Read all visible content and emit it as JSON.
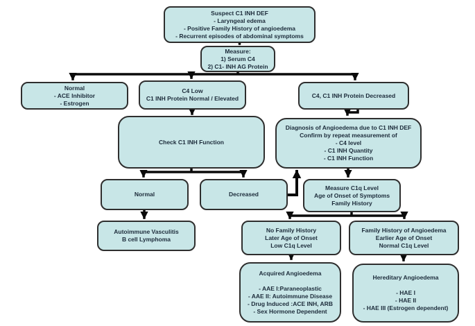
{
  "diagram": {
    "type": "flowchart",
    "subject": "C1 INH deficiency / angioedema diagnostic algorithm",
    "colors": {
      "background": "#ffffff",
      "node_fill": "#c8e6e7",
      "node_border": "#2e2e2e",
      "arrow": "#0a0a0a",
      "text": "#1c2b3a"
    },
    "nodes": {
      "suspect": {
        "lines": [
          "Suspect C1 INH DEF",
          "- Laryngeal edema",
          "- Positive Family History of angioedema",
          "- Recurrent episodes of abdominal symptoms"
        ]
      },
      "measure": {
        "lines": [
          "Measure:",
          "1) Serum C4",
          "2) C1- INH AG Protein"
        ]
      },
      "normal_ace": {
        "lines": [
          "Normal",
          "- ACE Inhibitor",
          "- Estrogen"
        ]
      },
      "c4_low": {
        "lines": [
          "C4 Low",
          "C1 INH Protein Normal / Elevated"
        ]
      },
      "c4_c1_decreased": {
        "lines": [
          "C4, C1 INH Protein Decreased"
        ]
      },
      "check_function": {
        "lines": [
          "Check C1 INH Function"
        ]
      },
      "diagnosis": {
        "lines": [
          "Diagnosis of Angioedema due to C1 INH DEF",
          "Confirm by repeat measurement of",
          "- C4 level",
          "- C1 INH Quantity",
          "- C1 INH Function"
        ]
      },
      "normal_function": {
        "lines": [
          "Normal"
        ]
      },
      "decreased_function": {
        "lines": [
          "Decreased"
        ]
      },
      "measure_c1q": {
        "lines": [
          "Measure C1q Level",
          "Age of Onset of Symptoms",
          "Family History"
        ]
      },
      "autoimmune": {
        "lines": [
          "Autoimmune Vasculitis",
          "B cell Lymphoma"
        ]
      },
      "no_family_history": {
        "lines": [
          "No Family History",
          "Later Age of Onset",
          "Low C1q Level"
        ]
      },
      "family_history": {
        "lines": [
          "Family History of Angioedema",
          "Earlier Age of Onset",
          "Normal C1q Level"
        ]
      },
      "acquired": {
        "lines": [
          "Acquired Angioedema",
          "",
          "- AAE I:Paraneoplastic",
          "- AAE II: Autoimmune Disease",
          "- Drug Induced :ACE INH, ARB",
          "- Sex Hormone Dependent"
        ]
      },
      "hereditary": {
        "lines": [
          "Hereditary Angioedema",
          "",
          "- HAE I",
          "- HAE II",
          "- HAE III (Estrogen dependent)"
        ]
      }
    }
  }
}
